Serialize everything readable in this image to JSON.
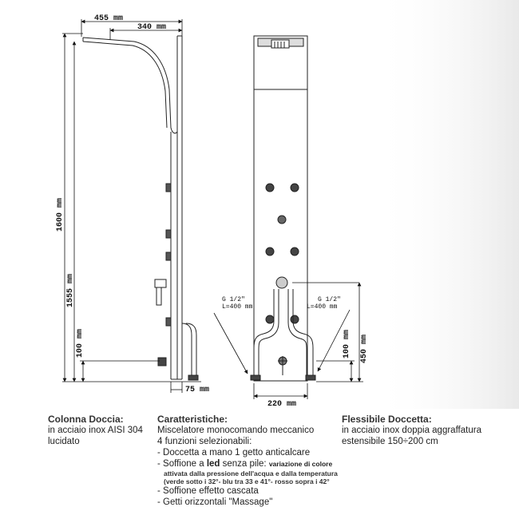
{
  "dimensions": {
    "total_reach": "455 mm",
    "head_reach": "340 mm",
    "height_total": "1600 mm",
    "height_outlet": "1555 mm",
    "base_height_left": "100 mm",
    "depth": "75 mm",
    "width": "220 mm",
    "base_height_right": "100 mm",
    "inlet_height": "450 mm",
    "inlet_left": [
      "G 1/2\"",
      "L=400 mm"
    ],
    "inlet_right": [
      "G 1/2\"",
      "L=400 mm"
    ]
  },
  "columns": {
    "colonna": {
      "title": "Colonna Doccia:",
      "lines": [
        "in acciaio inox AISI 304",
        "lucidato"
      ]
    },
    "caratteristiche": {
      "title": "Caratteristiche:",
      "lines": [
        "Miscelatore monocomando meccanico",
        "4 funzioni selezionabili:"
      ],
      "item1": "- Doccetta a mano 1 getto anticalcare",
      "item2_prefix": "- Soffione a ",
      "item2_bold": "led",
      "item2_suffix": " senza pile: ",
      "item2_note_first": "variazione di colore",
      "item2_note_rest": [
        "attivata dalla pressione dell'acqua e dalla temperatura",
        "(verde sotto i 32°- blu tra 33 e 41°- rosso sopra i 42°"
      ],
      "item3": "- Soffione effetto cascata",
      "item4": "- Getti orizzontali \"Massage\""
    },
    "flessibile": {
      "title": "Flessibile Doccetta:",
      "lines": [
        "in acciaio inox doppia aggraffatura",
        "estensibile 150÷200 cm"
      ]
    }
  }
}
